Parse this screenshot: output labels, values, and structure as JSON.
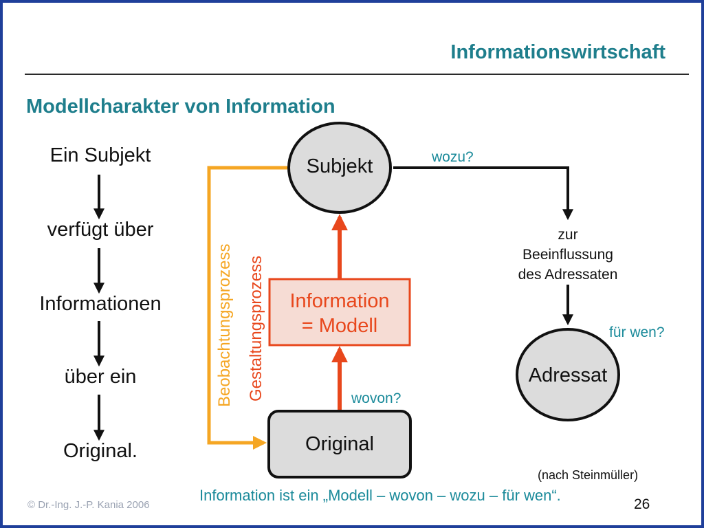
{
  "header": {
    "title": "Informationswirtschaft"
  },
  "section": {
    "title": "Modellcharakter von Information"
  },
  "chain": {
    "step1": "Ein Subjekt",
    "step2": "verfügt über",
    "step3": "Informationen",
    "step4": "über ein",
    "step5": "Original."
  },
  "nodes": {
    "subjekt": "Subjekt",
    "information_line1": "Information",
    "information_line2": "= Modell",
    "original": "Original",
    "adressat": "Adressat"
  },
  "processes": {
    "beobachtung": "Beobachtungsprozess",
    "gestaltung": "Gestaltungsprozess"
  },
  "questions": {
    "wozu": "wozu?",
    "wovon": "wovon?",
    "fuer_wen": "für wen?"
  },
  "purpose": {
    "line1": "zur",
    "line2": "Beeinflussung",
    "line3": "des Adressaten"
  },
  "source_note": "(nach Steinmüller)",
  "caption": "Information ist ein „Modell – wovon – wozu – für wen“.",
  "footer": {
    "copyright": "©  Dr.-Ing. J.-P. Kania 2006",
    "page_number": "26"
  },
  "colors": {
    "title_teal": "#1e7e8c",
    "question_teal": "#1a8a9a",
    "orange_observation": "#f5a623",
    "red_design": "#e8471c",
    "node_fill": "#dcdcdc",
    "info_box_fill": "#f6dcd4",
    "frame_blue": "#1f3f9a"
  }
}
